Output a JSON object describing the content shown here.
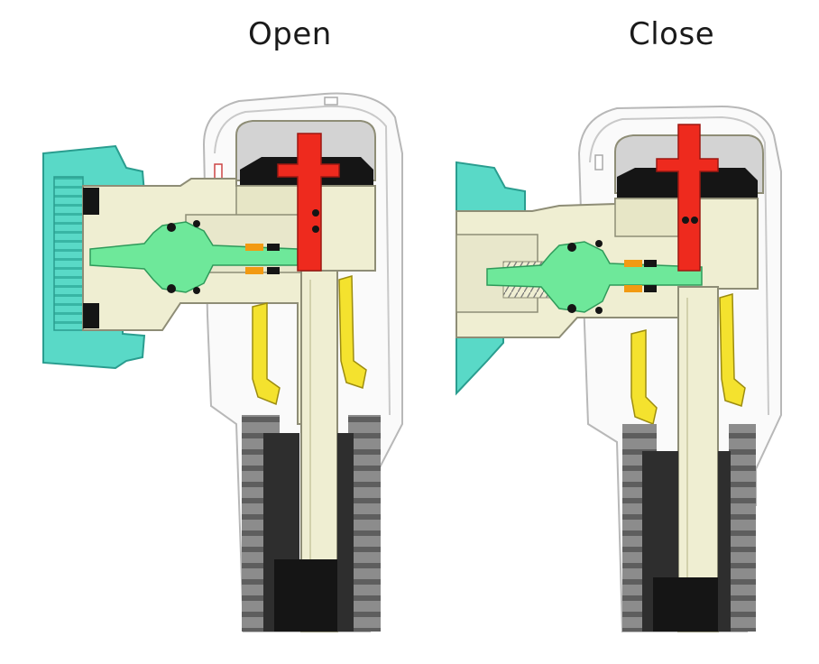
{
  "labels": {
    "open": "Open",
    "close": "Close"
  },
  "colors": {
    "housing_cream": "#efeed2",
    "housing_edge": "#8e8d76",
    "cap_cyan": "#59d9c7",
    "cap_cyan_dark": "#2a9d8f",
    "piston_green": "#6ee89a",
    "stem_red": "#ee2a1e",
    "seal_yellow": "#f4e22e",
    "seal_black": "#151515",
    "spring_orange": "#f29a12",
    "gray_shell": "#d3d3d3",
    "hose_gray": "#7f7f7f",
    "hose_dark": "#2e2e2e",
    "outline_gray": "#b8b8b8"
  },
  "icons": {
    "open_valve": "valve-cross-section-open",
    "closed_valve": "valve-cross-section-closed"
  }
}
